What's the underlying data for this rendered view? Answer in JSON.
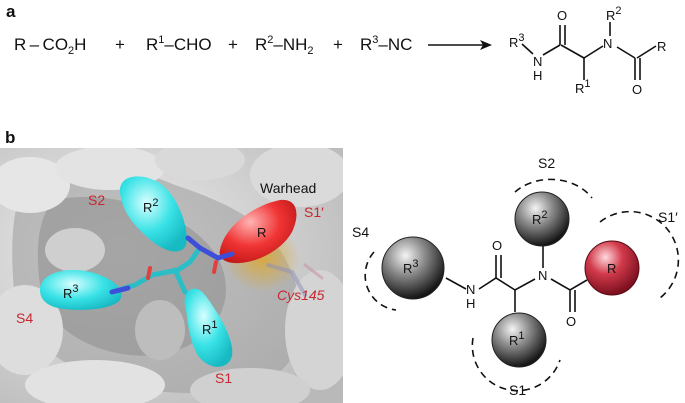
{
  "panel_a": {
    "label": "a",
    "reactant_acid": "R – CO",
    "acid_sub": "2",
    "acid_tail": "H",
    "plus": "+",
    "r1": "R",
    "r1_sup": "1",
    "aldehyde": "–CHO",
    "r2": "R",
    "r2_sup": "2",
    "amine": "–NH",
    "amine_sub": "2",
    "r3": "R",
    "r3_sup": "3",
    "isocyanide": "–NC",
    "product": {
      "r3": "R",
      "r3_sup": "3",
      "nh_n": "N",
      "nh_h": "H",
      "o_top": "O",
      "n_center": "N",
      "r2": "R",
      "r2_sup": "2",
      "r1": "R",
      "r1_sup": "1",
      "o_right": "O",
      "r_end": "R"
    }
  },
  "panel_b": {
    "label": "b",
    "left": {
      "s2": "S2",
      "s4": "S4",
      "s1": "S1",
      "s1_prime": "S1′",
      "warhead": "Warhead",
      "cys": "Cys145",
      "r2": "R",
      "r2_sup": "2",
      "r3": "R",
      "r3_sup": "3",
      "r1": "R",
      "r1_sup": "1",
      "r": "R"
    },
    "right": {
      "s2": "S2",
      "s4": "S4",
      "s1": "S1",
      "s1_prime": "S1′",
      "r2": "R",
      "r2_sup": "2",
      "r3": "R",
      "r3_sup": "3",
      "r1": "R",
      "r1_sup": "1",
      "r": "R",
      "o_left": "O",
      "o_right": "O",
      "n": "N",
      "nh_n": "N",
      "nh_h": "H"
    }
  },
  "colors": {
    "cyan": "#33e6e8",
    "red_ball": "#cf2a3b",
    "label_red": "#c9262f",
    "surface": "#d2d2d2",
    "warhead_glow": "#c9a23a"
  }
}
